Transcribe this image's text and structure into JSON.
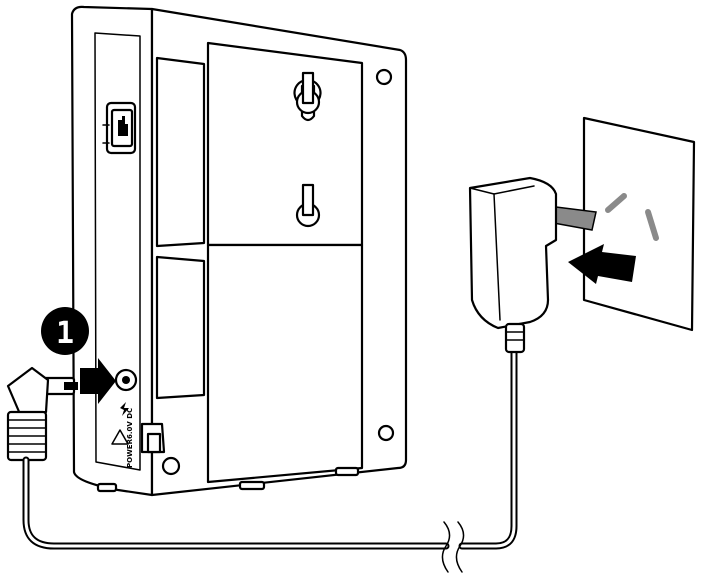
{
  "step": {
    "number": "1"
  },
  "device_label": {
    "line1": "POWER",
    "line2": "6.0V DC"
  },
  "colors": {
    "ink": "#000000",
    "paper": "#ffffff",
    "shade": "#8a8a8a"
  }
}
